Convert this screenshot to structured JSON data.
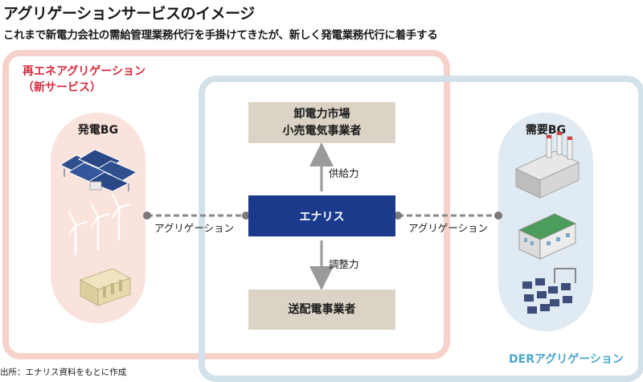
{
  "header": {
    "title": "アグリゲーションサービスのイメージ",
    "subtitle": "これまで新電力会社の需給管理業務代行を手掛けてきたが、新しく発電業務代行に着手する"
  },
  "groups": {
    "re_line1": "再エネアグリゲーション",
    "re_line2": "（新サービス）",
    "der": "DERアグリゲーション"
  },
  "nodes": {
    "generation_bg": "発電BG",
    "demand_bg": "需要BG",
    "market_line1": "卸電力市場",
    "market_line2": "小売電気事業者",
    "enaris": "エナリス",
    "transmission": "送配電事業者"
  },
  "edges": {
    "supply": "供給力",
    "adjustment": "調整力",
    "aggregation_left": "アグリゲーション",
    "aggregation_right": "アグリゲーション"
  },
  "footer": {
    "source": "出所：エナリス資料をもとに作成"
  },
  "icons": {
    "generation": [
      "solar-panel-icon",
      "wind-turbine-icon",
      "battery-storage-icon"
    ],
    "demand": [
      "factory-icon",
      "building-icon",
      "ev-charging-icon"
    ]
  },
  "colors": {
    "re_border": "#f6d2cb",
    "re_label": "#d62c3c",
    "der_border": "#d3e1ea",
    "der_label": "#4aa6cc",
    "enaris_fill": "#1b3a8c",
    "box_fill": "#dbd4c6"
  }
}
